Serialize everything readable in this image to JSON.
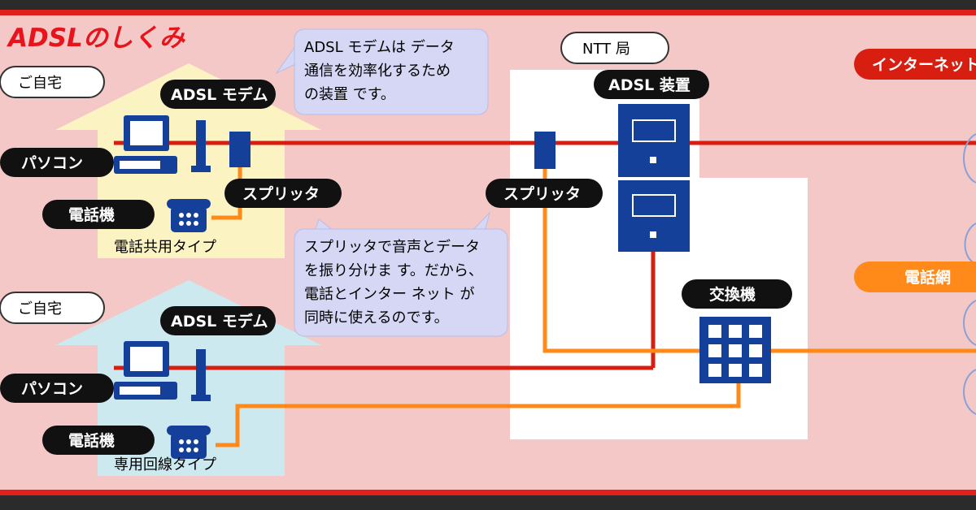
{
  "title": "ADSLのしくみ",
  "colors": {
    "background": "#f3c8c6",
    "frame": "#e0201c",
    "data_line": "#d81e10",
    "phone_line": "#ff8a1a",
    "device_blue": "#15409a",
    "house_top": "#fbf3c2",
    "house_bottom": "#cde9f0",
    "callout_fill": "#d5d7f5",
    "label_pill": "#111111"
  },
  "house_top": {
    "tag": "ご自宅",
    "caption": "電話共用タイプ",
    "modem_label": "ADSL モデム",
    "pc_label": "パソコン",
    "phone_label": "電話機",
    "splitter_label": "スプリッタ"
  },
  "house_bottom": {
    "tag": "ご自宅",
    "caption": "専用回線タイプ",
    "modem_label": "ADSL モデム",
    "pc_label": "パソコン",
    "phone_label": "電話機"
  },
  "ntt": {
    "tag": "NTT 局",
    "adsl_device_label": "ADSL 装置",
    "splitter_label": "スプリッタ",
    "exchange_label": "交換機"
  },
  "callouts": {
    "modem_note": [
      "ADSL モデムは データ",
      "通信を効率化するため",
      "の装置 です。"
    ],
    "splitter_note": [
      "スプリッタで音声とデータ",
      "を振り分けま す。だから、",
      "電話とインター ネット が",
      "同時に使えるのです。"
    ]
  },
  "right_labels": {
    "internet": "インターネット網",
    "phone_network": "電話網"
  },
  "icons": [
    "pc-icon",
    "modem-icon",
    "splitter-icon",
    "telephone-icon",
    "adsl-device-icon",
    "exchange-icon",
    "cloud-icon"
  ]
}
